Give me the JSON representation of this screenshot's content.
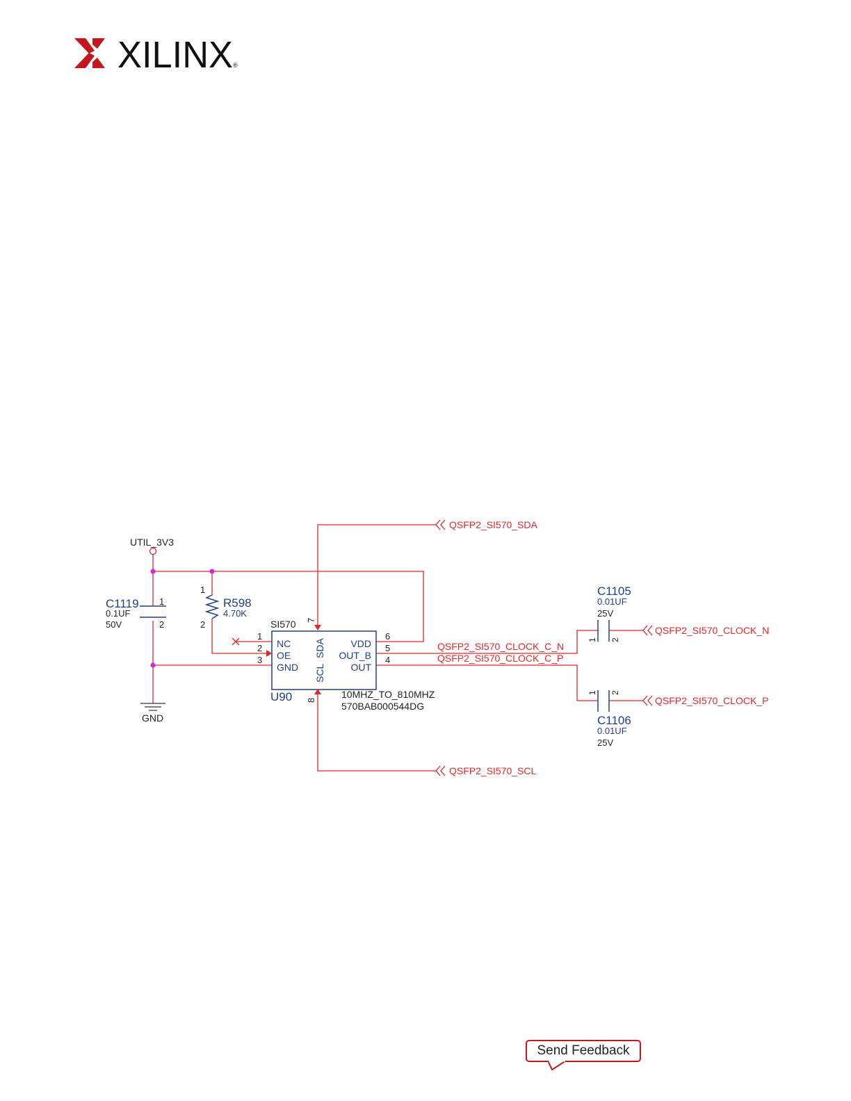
{
  "logo": {
    "text": "XILINX",
    "mark": "xilinx-x-mark",
    "brand_color": "#c4161c"
  },
  "colors": {
    "net": "#e8262b",
    "component": "#1d3f8c",
    "junction": "#e020e0",
    "text": "#222222"
  },
  "schematic": {
    "power_label": "UTIL_3V3",
    "ground_label": "GND",
    "c1119": {
      "ref": "C1119",
      "value": "0.1UF",
      "voltage": "50V",
      "pin1": "1",
      "pin2": "2"
    },
    "r598": {
      "ref": "R598",
      "value": "4.70K",
      "pin1": "1",
      "pin2": "2"
    },
    "u90": {
      "ref": "U90",
      "part": "SI570",
      "desc1": "10MHZ_TO_810MHZ",
      "desc2": "570BAB000544DG",
      "left_pins": [
        {
          "num": "1",
          "name": "NC"
        },
        {
          "num": "2",
          "name": "OE"
        },
        {
          "num": "3",
          "name": "GND"
        }
      ],
      "right_pins": [
        {
          "num": "6",
          "name": "VDD"
        },
        {
          "num": "5",
          "name": "OUT_B"
        },
        {
          "num": "4",
          "name": "OUT"
        }
      ],
      "top_pin": {
        "num": "7",
        "name": "SDA"
      },
      "bottom_pin": {
        "num": "8",
        "name": "SCL"
      }
    },
    "c1105": {
      "ref": "C1105",
      "value": "0.01UF",
      "voltage": "25V",
      "pin1": "1",
      "pin2": "2"
    },
    "c1106": {
      "ref": "C1106",
      "value": "0.01UF",
      "voltage": "25V",
      "pin1": "1",
      "pin2": "2"
    },
    "nets": {
      "sda": "QSFP2_SI570_SDA",
      "scl": "QSFP2_SI570_SCL",
      "clock_c_n": "QSFP2_SI570_CLOCK_C_N",
      "clock_c_p": "QSFP2_SI570_CLOCK_C_P",
      "clock_n": "QSFP2_SI570_CLOCK_N",
      "clock_p": "QSFP2_SI570_CLOCK_P"
    }
  },
  "feedback": {
    "label": "Send Feedback"
  }
}
